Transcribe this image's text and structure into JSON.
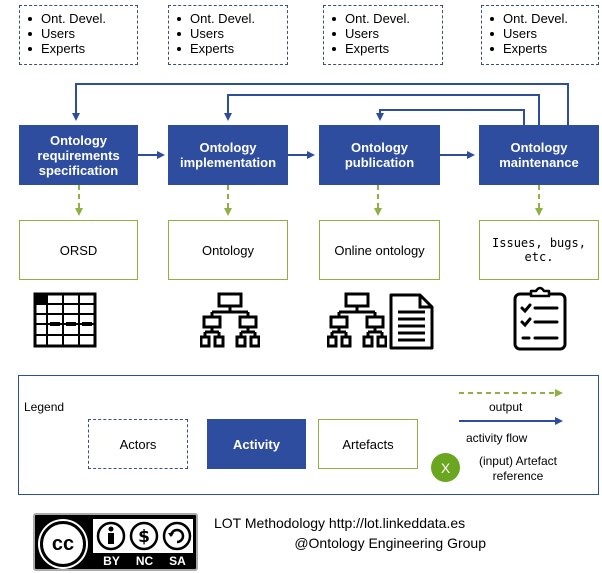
{
  "actors": [
    {
      "items": [
        "Ont. Devel.",
        "Users",
        "Experts"
      ]
    },
    {
      "items": [
        "Ont. Devel.",
        "Users",
        "Experts"
      ]
    },
    {
      "items": [
        "Ont. Devel.",
        "Users",
        "Experts"
      ]
    },
    {
      "items": [
        "Ont. Devel.",
        "Users",
        "Experts"
      ]
    }
  ],
  "activities": [
    {
      "label": "Ontology requirements specification"
    },
    {
      "label": "Ontology implementation"
    },
    {
      "label": "Ontology publication"
    },
    {
      "label": "Ontology maintenance"
    }
  ],
  "artefacts": [
    {
      "label": "ORSD"
    },
    {
      "label": "Ontology"
    },
    {
      "label": "Online ontology"
    },
    {
      "label": "Issues, bugs, etc."
    }
  ],
  "legend": {
    "title": "Legend",
    "actors_label": "Actors",
    "activity_label": "Activity",
    "artefacts_label": "Artefacts",
    "output_label": "output",
    "activity_flow_label": "activity flow",
    "reference_badge": "X",
    "reference_label_1": "(input) Artefact",
    "reference_label_2": "reference"
  },
  "license": {
    "badge_cc": "cc",
    "terms": [
      "BY",
      "NC",
      "SA"
    ]
  },
  "credit": {
    "line1": "LOT Methodology http://lot.linkeddata.es",
    "line2": "@Ontology Engineering Group"
  },
  "colors": {
    "activity_blue": "#2e4d9e",
    "flow_blue": "#2e4d9e",
    "output_green": "#8fb043",
    "actor_border": "#3a4f7a",
    "artefact_border": "#8fb043",
    "reference_badge": "#6aa61f"
  }
}
